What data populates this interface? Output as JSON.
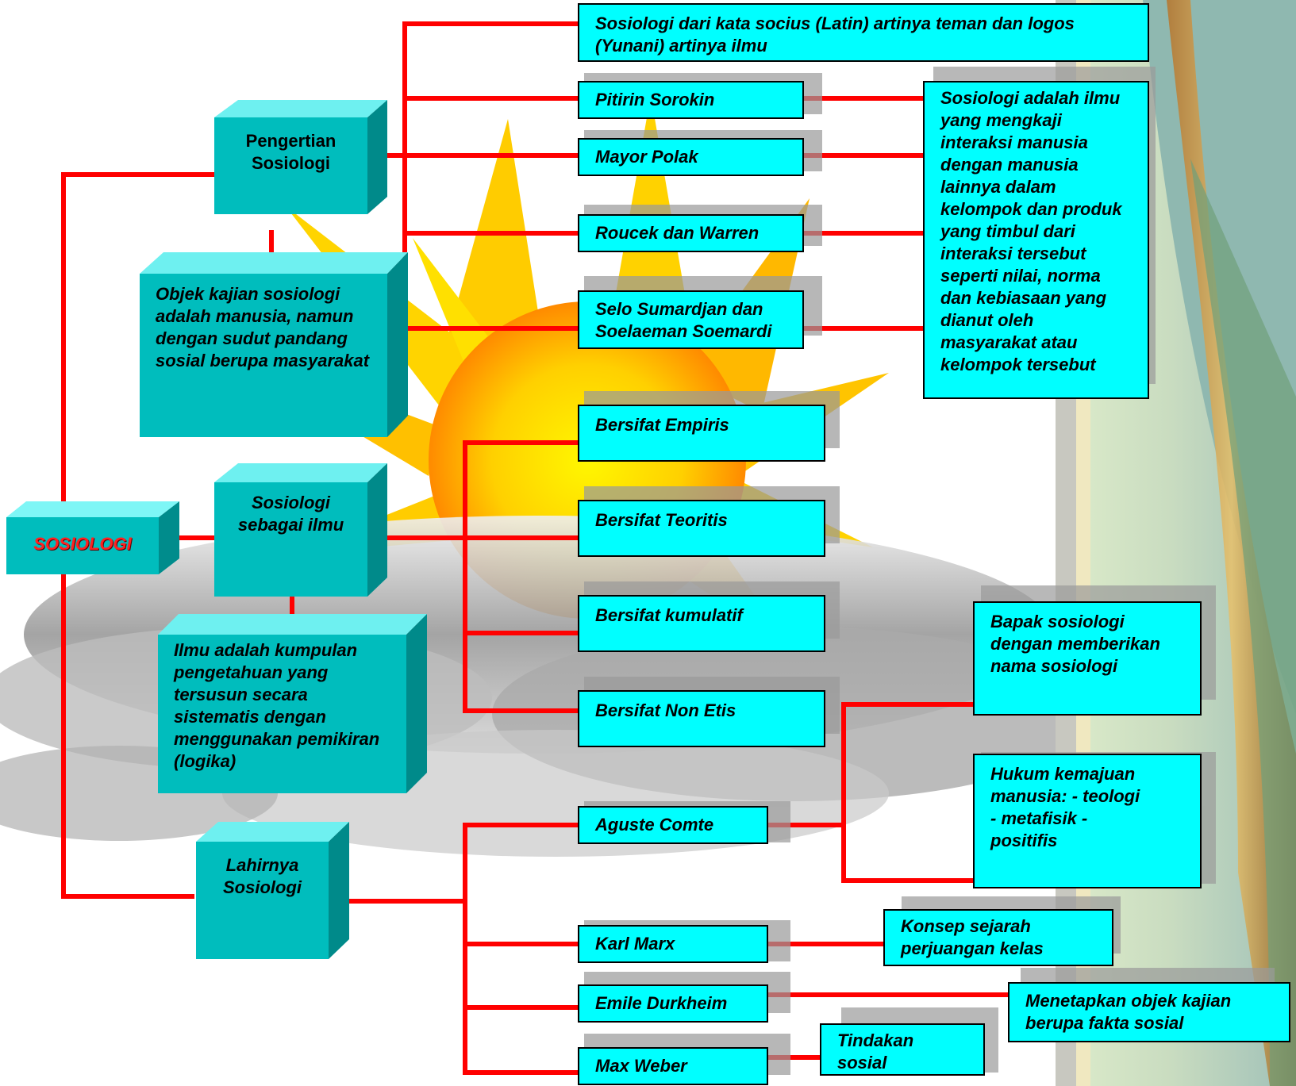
{
  "diagram": {
    "root": "SOSIOLOGI",
    "categories": {
      "pengertian": "Pengertian Sosiologi",
      "objek": "Objek kajian sosiologi adalah manusia, namun dengan sudut pandang sosial berupa masyarakat",
      "ilmu": "Sosiologi sebagai ilmu",
      "ilmu_def": "Ilmu adalah kumpulan pengetahuan yang tersusun secara sistematis dengan menggunakan pemikiran (logika)",
      "lahirnya": "Lahirnya Sosiologi"
    },
    "etymology": "Sosiologi dari kata socius (Latin) artinya teman dan logos (Yunani) artinya ilmu",
    "experts": [
      "Pitirin Sorokin",
      "Mayor Polak",
      "Roucek dan Warren",
      "Selo Sumardjan dan Soelaeman Soemardi"
    ],
    "definition": "Sosiologi adalah ilmu yang mengkaji interaksi manusia dengan manusia lainnya dalam kelompok dan produk yang timbul dari interaksi tersebut seperti nilai, norma dan kebiasaan yang dianut oleh masyarakat atau kelompok tersebut",
    "traits": [
      "Bersifat Empiris",
      "Bersifat Teoritis",
      "Bersifat kumulatif",
      "Bersifat Non Etis"
    ],
    "founders": [
      "Aguste Comte",
      "Karl Marx",
      "Emile Durkheim",
      "Max Weber"
    ],
    "comte_1": "Bapak sosiologi dengan memberikan nama sosiologi",
    "comte_2": "Hukum kemajuan manusia: - teologi - metafisik - positifis",
    "marx": "Konsep sejarah perjuangan kelas",
    "durkheim": "Menetapkan objek kajian berupa fakta sosial",
    "weber": "Tindakan sosial"
  },
  "colors": {
    "box": "#00ffff",
    "cube": "#00bdbd",
    "line": "#ff0000",
    "root_text": "#ff2020"
  }
}
